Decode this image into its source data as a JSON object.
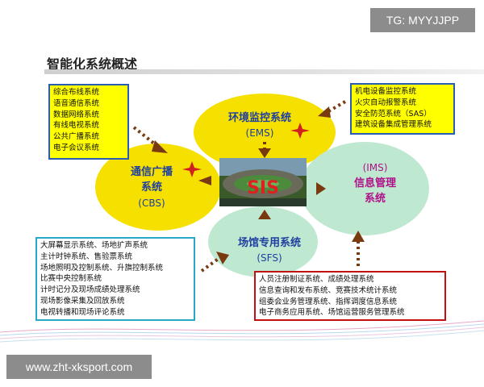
{
  "badge": {
    "text": "TG: MYYJJPP"
  },
  "watermark": {
    "text": "www.zht-xksport.com"
  },
  "title": "智能化系统概述",
  "center": {
    "label": "SIS"
  },
  "nodes": {
    "ems": {
      "name": "环境监控系统",
      "abbr": "(EMS)"
    },
    "cbs": {
      "name_line1": "通信广播",
      "name_line2": "系统",
      "abbr": "(CBS)"
    },
    "ims": {
      "abbr": "(IMS)",
      "name_line1": "信息管理",
      "name_line2": "系统"
    },
    "sfs": {
      "name": "场馆专用系统",
      "abbr": "(SFS)"
    }
  },
  "lists": {
    "cbs": [
      "综合布线系统",
      "语音通信系统",
      "数据网络系统",
      "有线电视系统",
      "公共广播系统",
      "电子会议系统"
    ],
    "ems": [
      "机电设备监控系统",
      "火灾自动报警系统",
      "安全防范系统（SAS）",
      "建筑设备集成管理系统"
    ],
    "sfs": [
      "大屏幕显示系统、场地扩声系统",
      "主计时钟系统、售验票系统",
      "场地照明及控制系统、升旗控制系统",
      "比赛中央控制系统",
      "计时记分及现场成绩处理系统",
      "现场影像采集及回放系统",
      "电视转播和现场评论系统"
    ],
    "ims": [
      "人员注册制证系统、成绩处理系统",
      "信息查询和发布系统、竞赛技术统计系统",
      "组委会业务管理系统、指挥调度信息系统",
      "电子商务应用系统、场馆运营服务管理系统"
    ]
  },
  "colors": {
    "petal_yellow": "#f5e000",
    "petal_green": "#bfe8d0",
    "text_blue": "#1f3fa0",
    "text_magenta": "#b0108a",
    "arrow": "#7a3a10",
    "star": "#d02020"
  }
}
